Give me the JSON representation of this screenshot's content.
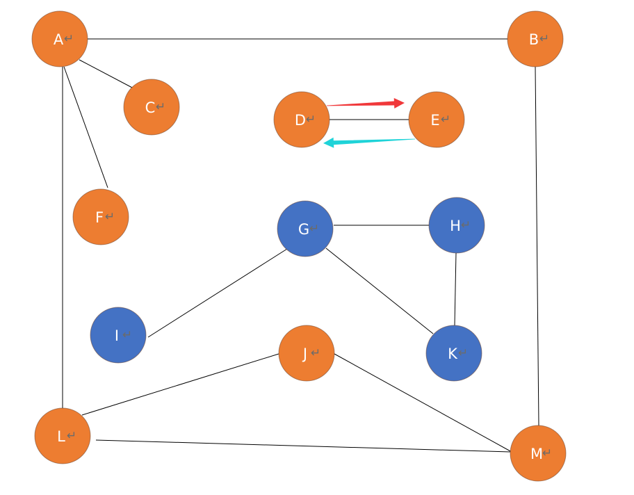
{
  "colors": {
    "orange": "#ED7D31",
    "blue": "#4472C4",
    "node_border": "#6B4430",
    "edge": "#000000",
    "arrow_red": "#F0383A",
    "arrow_cyan": "#1FD3D8"
  },
  "return_mark": "↵",
  "nodes": [
    {
      "id": "A",
      "label": "A",
      "color": "orange"
    },
    {
      "id": "B",
      "label": "B",
      "color": "orange"
    },
    {
      "id": "C",
      "label": "C",
      "color": "orange"
    },
    {
      "id": "D",
      "label": "D",
      "color": "orange"
    },
    {
      "id": "E",
      "label": "E",
      "color": "orange"
    },
    {
      "id": "F",
      "label": "F",
      "color": "orange"
    },
    {
      "id": "G",
      "label": "G",
      "color": "blue"
    },
    {
      "id": "H",
      "label": "H",
      "color": "blue"
    },
    {
      "id": "I",
      "label": "I",
      "color": "blue"
    },
    {
      "id": "J",
      "label": "J",
      "color": "orange"
    },
    {
      "id": "K",
      "label": "K",
      "color": "blue"
    },
    {
      "id": "L",
      "label": "L",
      "color": "orange"
    },
    {
      "id": "M",
      "label": "M",
      "color": "orange"
    }
  ],
  "edges": [
    {
      "from": "A",
      "to": "B"
    },
    {
      "from": "A",
      "to": "C"
    },
    {
      "from": "A",
      "to": "F"
    },
    {
      "from": "A",
      "to": "L"
    },
    {
      "from": "B",
      "to": "M"
    },
    {
      "from": "D",
      "to": "E"
    },
    {
      "from": "G",
      "to": "H"
    },
    {
      "from": "G",
      "to": "I"
    },
    {
      "from": "G",
      "to": "K"
    },
    {
      "from": "H",
      "to": "K"
    },
    {
      "from": "J",
      "to": "L"
    },
    {
      "from": "J",
      "to": "M"
    },
    {
      "from": "L",
      "to": "M"
    }
  ],
  "arrows": [
    {
      "from": "D",
      "to": "E",
      "color": "arrow_red"
    },
    {
      "from": "E",
      "to": "D",
      "color": "arrow_cyan"
    }
  ]
}
